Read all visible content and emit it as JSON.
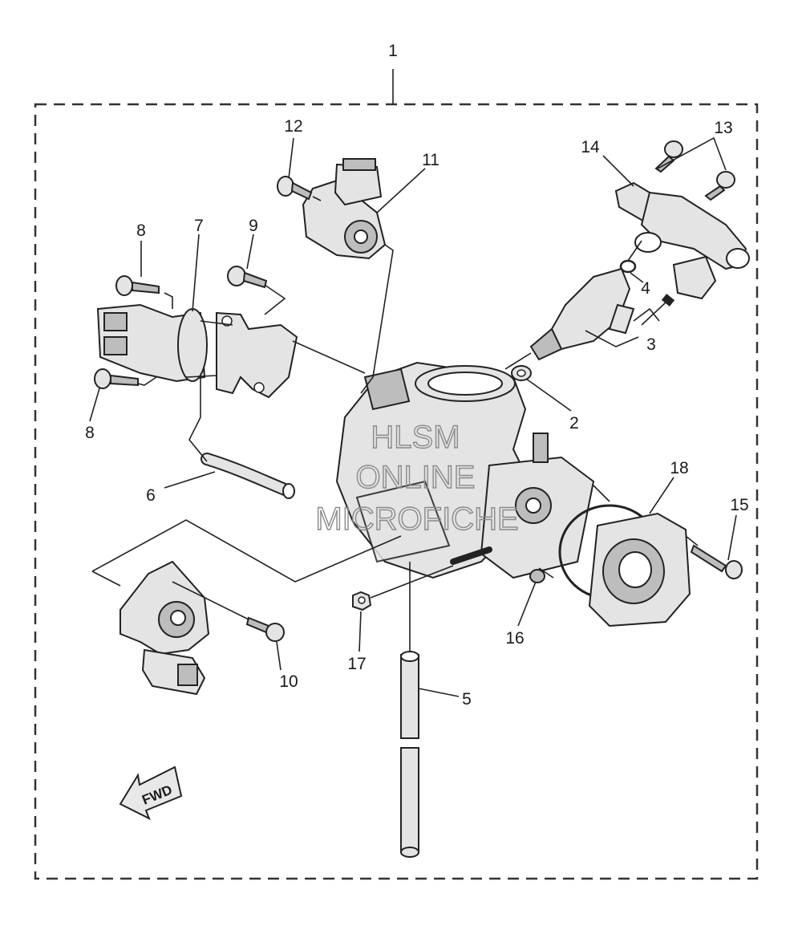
{
  "diagram": {
    "callouts": [
      {
        "id": "1",
        "label": "1"
      },
      {
        "id": "2",
        "label": "2"
      },
      {
        "id": "3",
        "label": "3"
      },
      {
        "id": "4",
        "label": "4"
      },
      {
        "id": "5",
        "label": "5"
      },
      {
        "id": "6",
        "label": "6"
      },
      {
        "id": "7",
        "label": "7"
      },
      {
        "id": "8a",
        "label": "8"
      },
      {
        "id": "8b",
        "label": "8"
      },
      {
        "id": "9",
        "label": "9"
      },
      {
        "id": "10",
        "label": "10"
      },
      {
        "id": "11",
        "label": "11"
      },
      {
        "id": "12",
        "label": "12"
      },
      {
        "id": "13",
        "label": "13"
      },
      {
        "id": "14",
        "label": "14"
      },
      {
        "id": "15",
        "label": "15"
      },
      {
        "id": "16",
        "label": "16"
      },
      {
        "id": "17",
        "label": "17"
      },
      {
        "id": "18",
        "label": "18"
      }
    ],
    "fwd_label": "FWD",
    "watermark": [
      "HLSM",
      "ONLINE",
      "MICROFICHE"
    ]
  }
}
